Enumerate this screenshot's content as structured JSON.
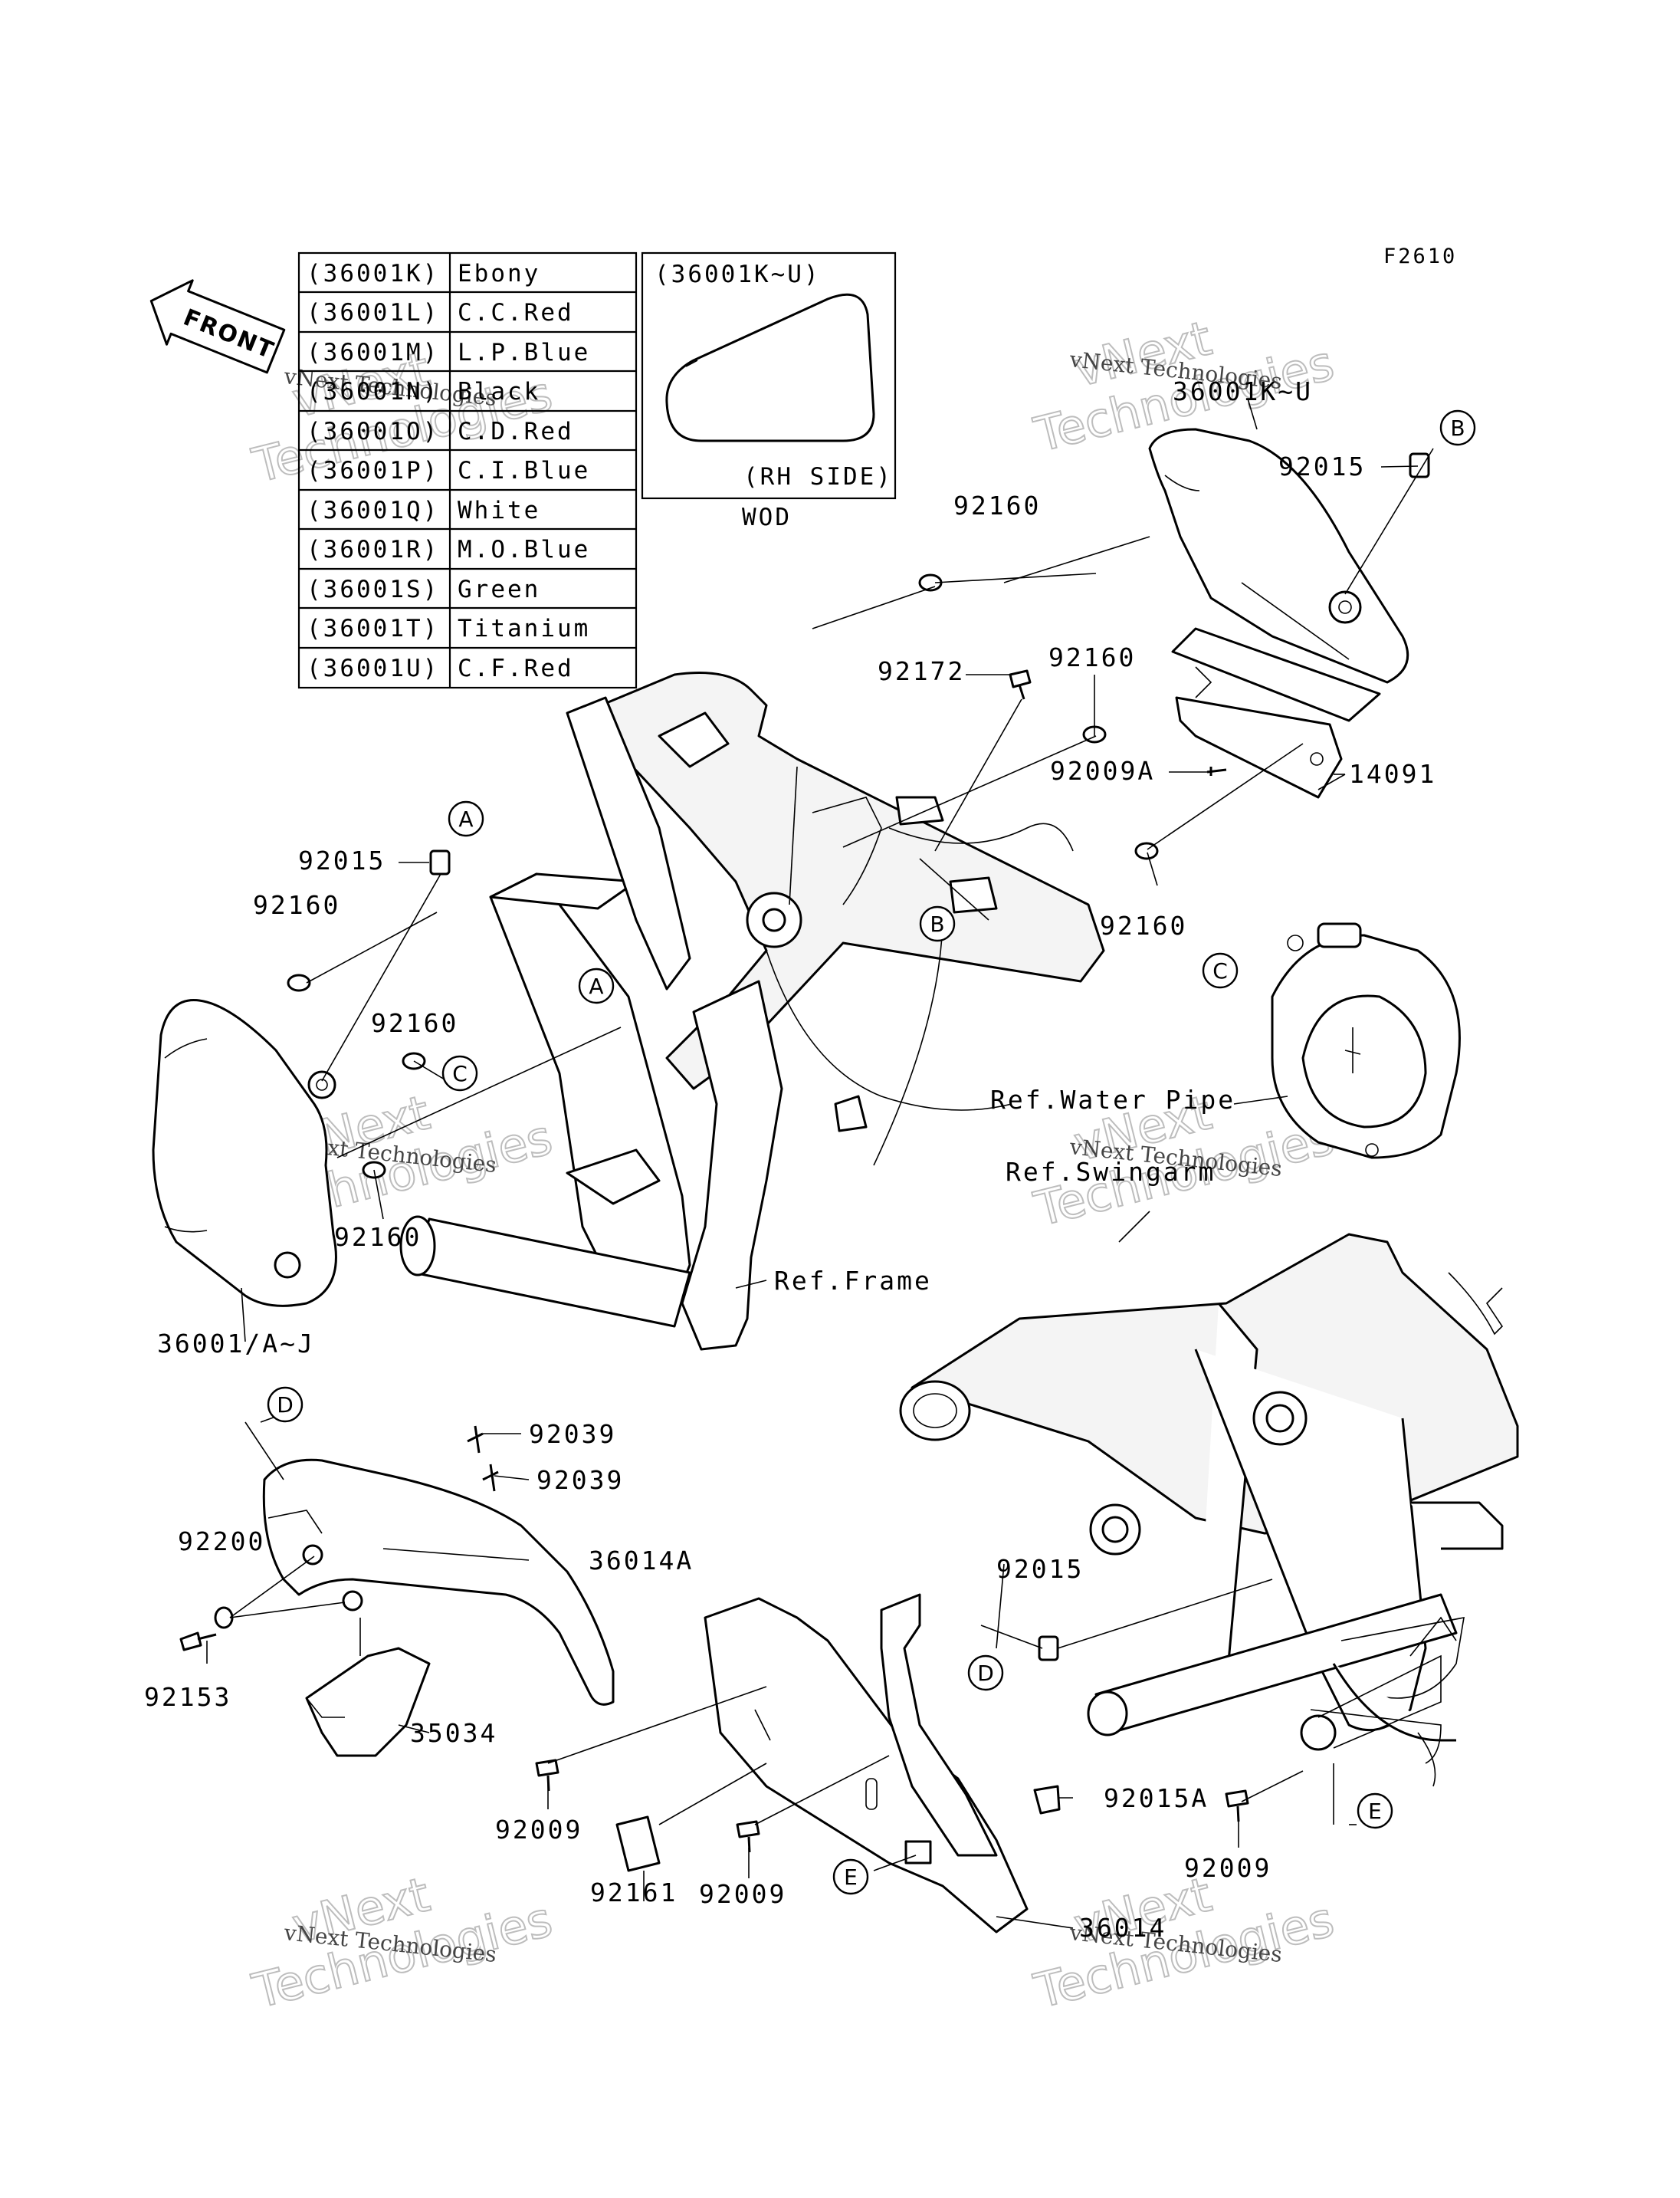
{
  "figure_code": "F2610",
  "color_table": {
    "rows": [
      {
        "code": "(36001K)",
        "color": "Ebony"
      },
      {
        "code": "(36001L)",
        "color": "C.C.Red"
      },
      {
        "code": "(36001M)",
        "color": "L.P.Blue"
      },
      {
        "code": "(36001N)",
        "color": "Black"
      },
      {
        "code": "(36001O)",
        "color": "C.D.Red"
      },
      {
        "code": "(36001P)",
        "color": "C.I.Blue"
      },
      {
        "code": "(36001Q)",
        "color": "White"
      },
      {
        "code": "(36001R)",
        "color": "M.O.Blue"
      },
      {
        "code": "(36001S)",
        "color": "Green"
      },
      {
        "code": "(36001T)",
        "color": "Titanium"
      },
      {
        "code": "(36001U)",
        "color": "C.F.Red"
      }
    ]
  },
  "inset": {
    "code": "(36001K~U)",
    "side": "(RH SIDE)",
    "note": "WOD"
  },
  "front_arrow": "FRONT",
  "part_labels": {
    "p36001_k_u": "36001K~U",
    "p92015_b": "92015",
    "p92160_top": "92160",
    "p92172": "92172",
    "p92160_mid": "92160",
    "p92009a": "92009A",
    "p14091": "14091",
    "p92160_right": "92160",
    "p92015_a": "92015",
    "p92160_left1": "92160",
    "p92160_left2": "92160",
    "p92160_left3": "92160",
    "p36001_a_j": "36001/A~J",
    "p92039_1": "92039",
    "p92039_2": "92039",
    "p92200": "92200",
    "p36014a": "36014A",
    "p92153": "92153",
    "p35034": "35034",
    "p92015_d": "92015",
    "p92015a": "92015A",
    "p92009_1": "92009",
    "p92161": "92161",
    "p92009_2": "92009",
    "p36014": "36014",
    "p92009_3": "92009"
  },
  "references": {
    "water_pipe": "Ref.Water Pipe",
    "swingarm": "Ref.Swingarm",
    "frame": "Ref.Frame"
  },
  "callouts": {
    "a": "A",
    "b": "B",
    "c": "C",
    "d": "D",
    "e": "E"
  },
  "watermark": {
    "brand": "vNext",
    "word": "Technologies",
    "line": "vNext Technologies"
  }
}
